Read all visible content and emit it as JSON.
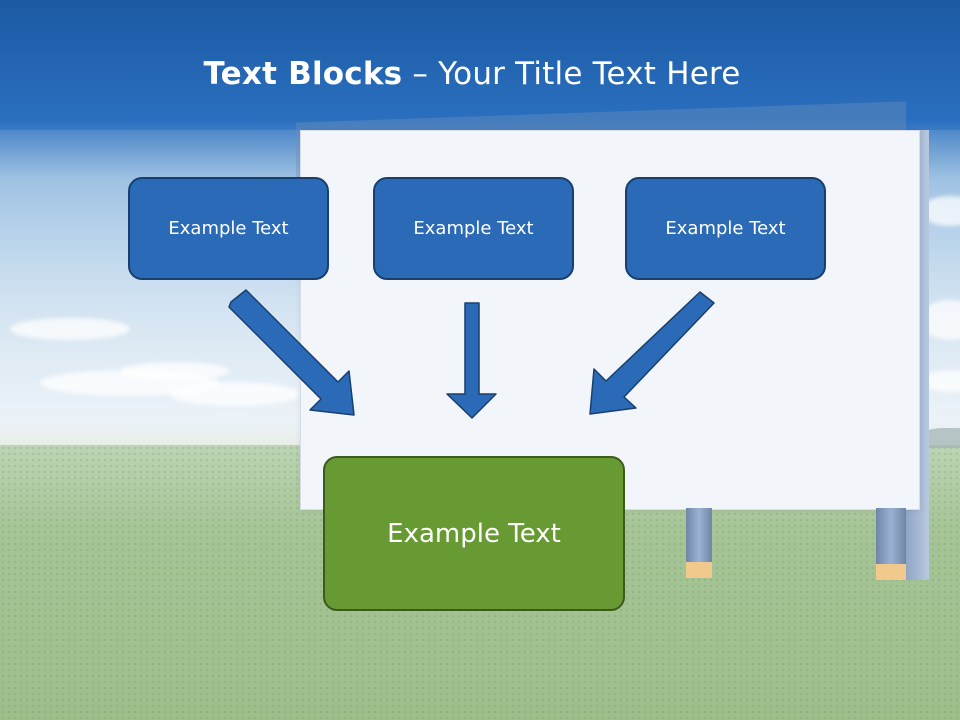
{
  "slide": {
    "title_bold": "Text Blocks",
    "title_separator": "–",
    "title_rest": "Your Title Text Here"
  },
  "blocks": {
    "top": [
      "Example Text",
      "Example Text",
      "Example Text"
    ],
    "bottom": "Example Text"
  },
  "colors": {
    "block_blue": "#2a6ab6",
    "block_green": "#679a33",
    "arrow_blue": "#2a6ab6"
  }
}
